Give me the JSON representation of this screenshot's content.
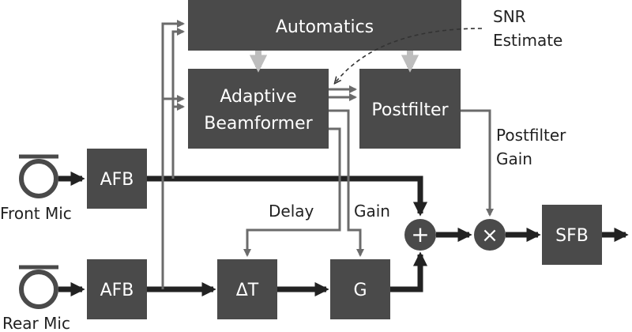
{
  "blocks": {
    "automatics": "Automatics",
    "beamformer_line1": "Adaptive",
    "beamformer_line2": "Beamformer",
    "postfilter": "Postfilter",
    "afb_front": "AFB",
    "afb_rear": "AFB",
    "delay_block": "ΔT",
    "gain_block": "G",
    "sfb": "SFB"
  },
  "operators": {
    "sum": "+",
    "multiply": "×"
  },
  "labels": {
    "snr_line1": "SNR",
    "snr_line2": "Estimate",
    "postfilter_gain_line1": "Postfilter",
    "postfilter_gain_line2": "Gain",
    "delay": "Delay",
    "gain": "Gain",
    "front_mic": "Front Mic",
    "rear_mic": "Rear Mic"
  },
  "colors": {
    "block": "#4a4a4a",
    "block_text": "#ffffff",
    "thick_arrow": "#222222",
    "thin_arrow": "#6b6b6b",
    "control_arrow": "#bdbdbd"
  }
}
